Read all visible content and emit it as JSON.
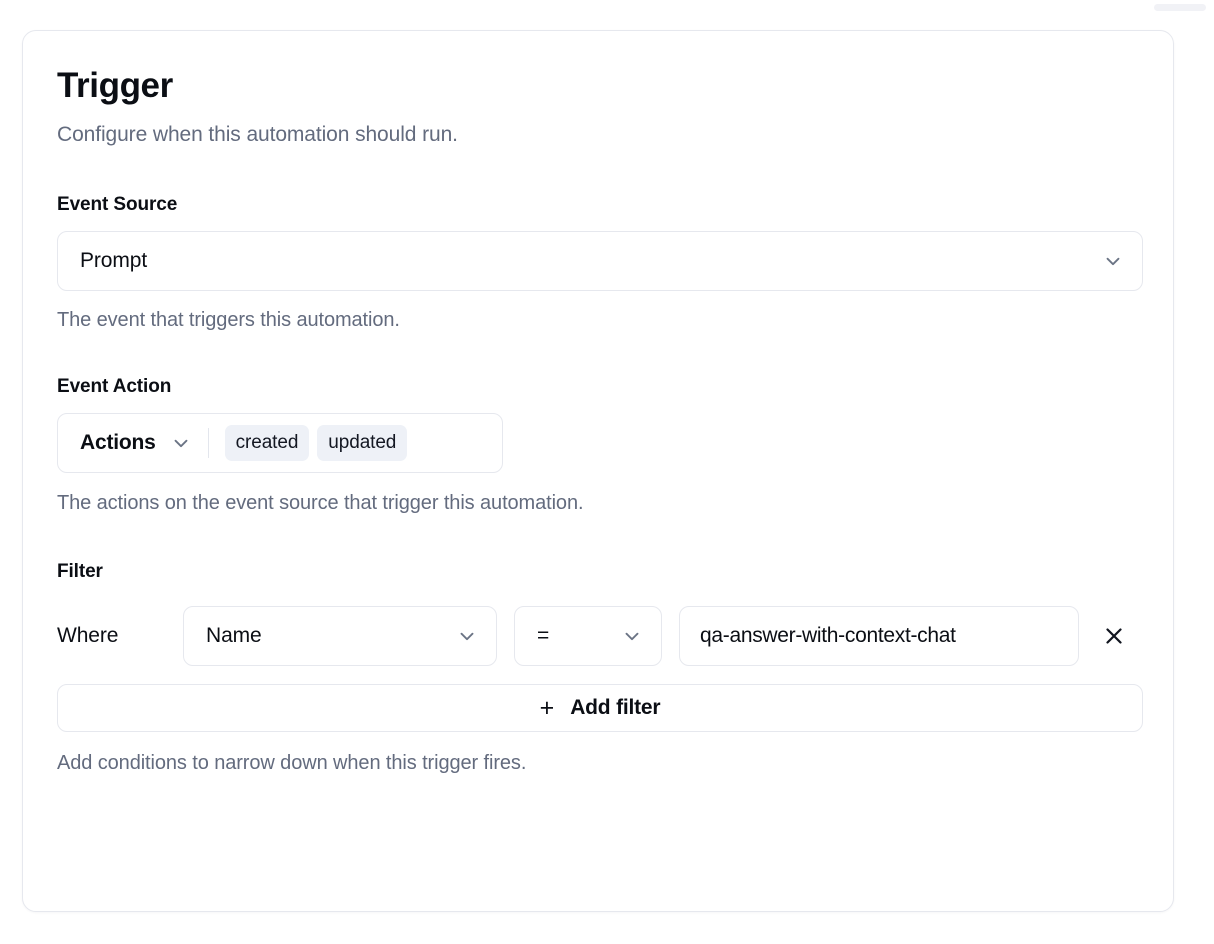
{
  "card": {
    "title": "Trigger",
    "subtitle": "Configure when this automation should run."
  },
  "event_source": {
    "label": "Event Source",
    "value": "Prompt",
    "help": "The event that triggers this automation.",
    "chevron_icon": "chevron-down-icon"
  },
  "event_action": {
    "label": "Event Action",
    "trigger_label": "Actions",
    "chips": [
      "created",
      "updated"
    ],
    "help": "The actions on the event source that trigger this automation.",
    "chevron_icon": "chevron-down-icon"
  },
  "filter": {
    "label": "Filter",
    "where_label": "Where",
    "field_value": "Name",
    "operator_value": "=",
    "value": "qa-answer-with-context-chat",
    "value_placeholder": "Value",
    "remove_icon": "close-icon",
    "add_filter_label": "Add filter",
    "add_filter_icon": "plus-icon",
    "help": "Add conditions to narrow down when this trigger fires."
  },
  "colors": {
    "text_primary": "#0b0e14",
    "text_muted": "#636b7e",
    "border": "#e6e8ee",
    "chip_bg": "#eef1f7",
    "surface": "#ffffff"
  }
}
